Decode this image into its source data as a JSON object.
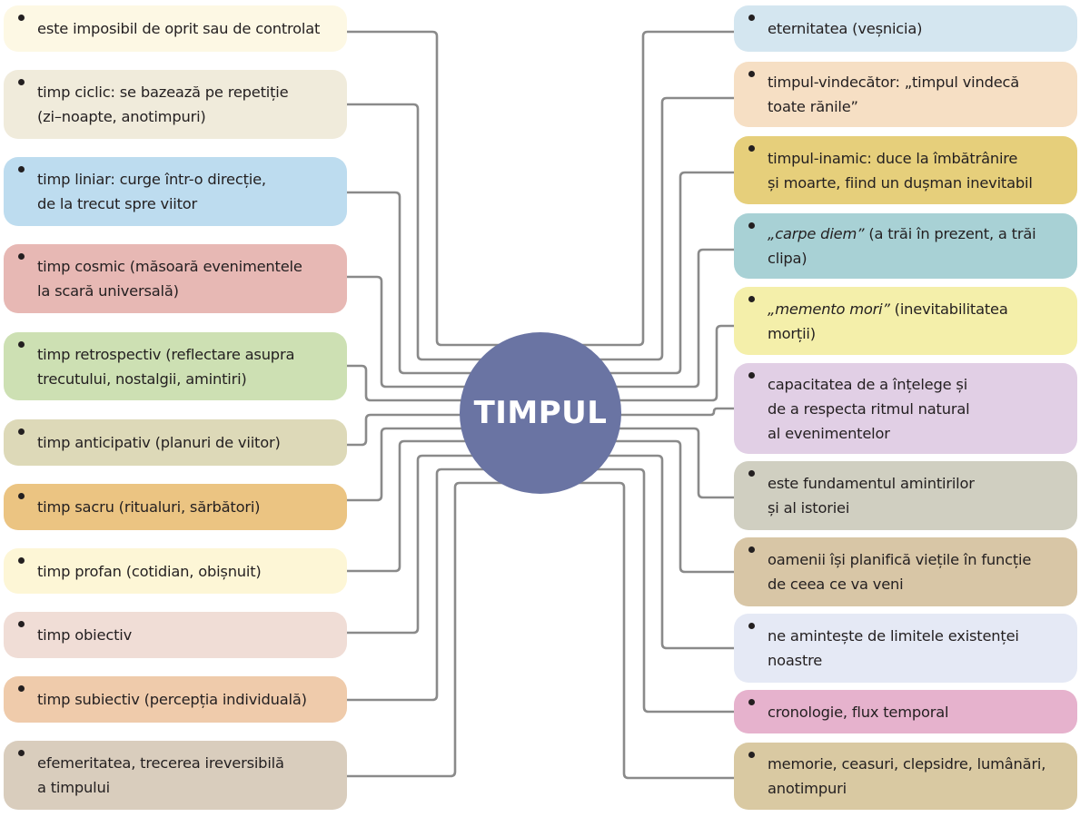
{
  "center": {
    "label": "TIMPUL",
    "color": "#6a74a3"
  },
  "connector_color": "#8a8a8a",
  "left_nodes": [
    {
      "text": "este imposibil de oprit sau de controlat",
      "color": "#fdf8e4"
    },
    {
      "text": "timp ciclic: se bazează pe repetiție\n(zi–noapte, anotimpuri)",
      "color": "#f0ebdb"
    },
    {
      "text": "timp liniar: curge într-o direcție,\nde la trecut spre viitor",
      "color": "#bddcef"
    },
    {
      "text": "timp cosmic (măsoară evenimentele\nla scară universală)",
      "color": "#e7b8b4"
    },
    {
      "text": "timp retrospectiv (reflectare asupra\ntrecutului, nostalgii, amintiri)",
      "color": "#cde0b3"
    },
    {
      "text": "timp anticipativ (planuri de viitor)",
      "color": "#ddd9b8"
    },
    {
      "text": "timp sacru (ritualuri, sărbători)",
      "color": "#ebc482"
    },
    {
      "text": "timp profan (cotidian, obișnuit)",
      "color": "#fdf6d6"
    },
    {
      "text": "timp obiectiv",
      "color": "#f0ddd6"
    },
    {
      "text": "timp subiectiv (percepția individuală)",
      "color": "#efcbab"
    },
    {
      "text": "efemeritatea, trecerea ireversibilă\na timpului",
      "color": "#d9cdbd"
    }
  ],
  "right_nodes": [
    {
      "text": "eternitatea (veșnicia)",
      "color": "#d4e6f0"
    },
    {
      "text": "timpul-vindecător: „timpul vindecă\ntoate rănile”",
      "color": "#f6dfc4"
    },
    {
      "text": "timpul-inamic: duce la îmbătrânire\nși moarte, fiind un dușman inevitabil",
      "color": "#e6cf7b"
    },
    {
      "italic": "„carpe diem”",
      "text": " (a trăi în prezent, a trăi\nclipa)",
      "color": "#a8d1d5"
    },
    {
      "italic": "„memento mori”",
      "text": " (inevitabilitatea\nmorții)",
      "color": "#f4efaa"
    },
    {
      "text": "capacitatea de a înțelege și\nde a respecta ritmul natural\nal evenimentelor",
      "color": "#e1cfe5"
    },
    {
      "text": "este fundamentul amintirilor\nși al istoriei",
      "color": "#d0cfc1"
    },
    {
      "text": "oamenii își planifică viețile în funcție\nde ceea ce va veni",
      "color": "#d8c6a6"
    },
    {
      "text": "ne amintește de limitele existenței\nnoastre",
      "color": "#e5e9f5"
    },
    {
      "text": "cronologie, flux temporal",
      "color": "#e6b2cd"
    },
    {
      "text": "memorie, ceasuri, clepsidre, lumânări,\nanotimpuri",
      "color": "#d9c9a2"
    }
  ]
}
